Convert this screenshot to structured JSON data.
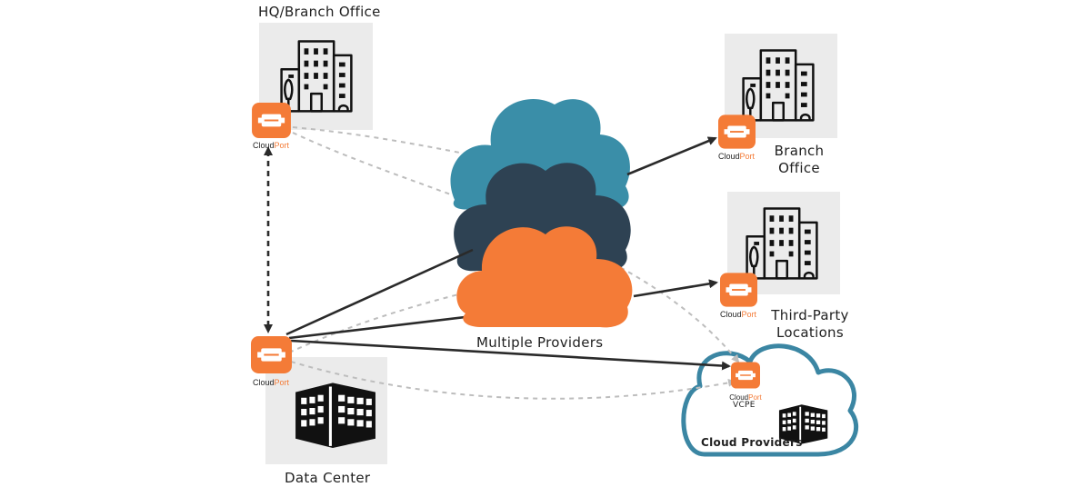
{
  "labels": {
    "hq_office": "HQ/Branch Office",
    "branch_office_line1": "Branch",
    "branch_office_line2": "Office",
    "third_party_line1": "Third-Party",
    "third_party_line2": "Locations",
    "multiple_providers": "Multiple Providers",
    "data_center": "Data Center",
    "cloud_providers": "Cloud Providers",
    "vcpe": "VCPE"
  },
  "cloudport": {
    "word_part1": "Cloud",
    "word_part2": "Port"
  },
  "colors": {
    "orange": "#f47b37",
    "teal": "#3a8ea8",
    "navy": "#2e4253",
    "tile_gray": "#ebebeb",
    "arrow": "#2a2a2a",
    "dashed": "#bdbdbd",
    "cloud_outline": "#3b86a3"
  },
  "icons": {
    "office_building": "office-building-icon",
    "datacenter_building": "datacenter-building-icon",
    "device": "cloudport-device-icon"
  }
}
